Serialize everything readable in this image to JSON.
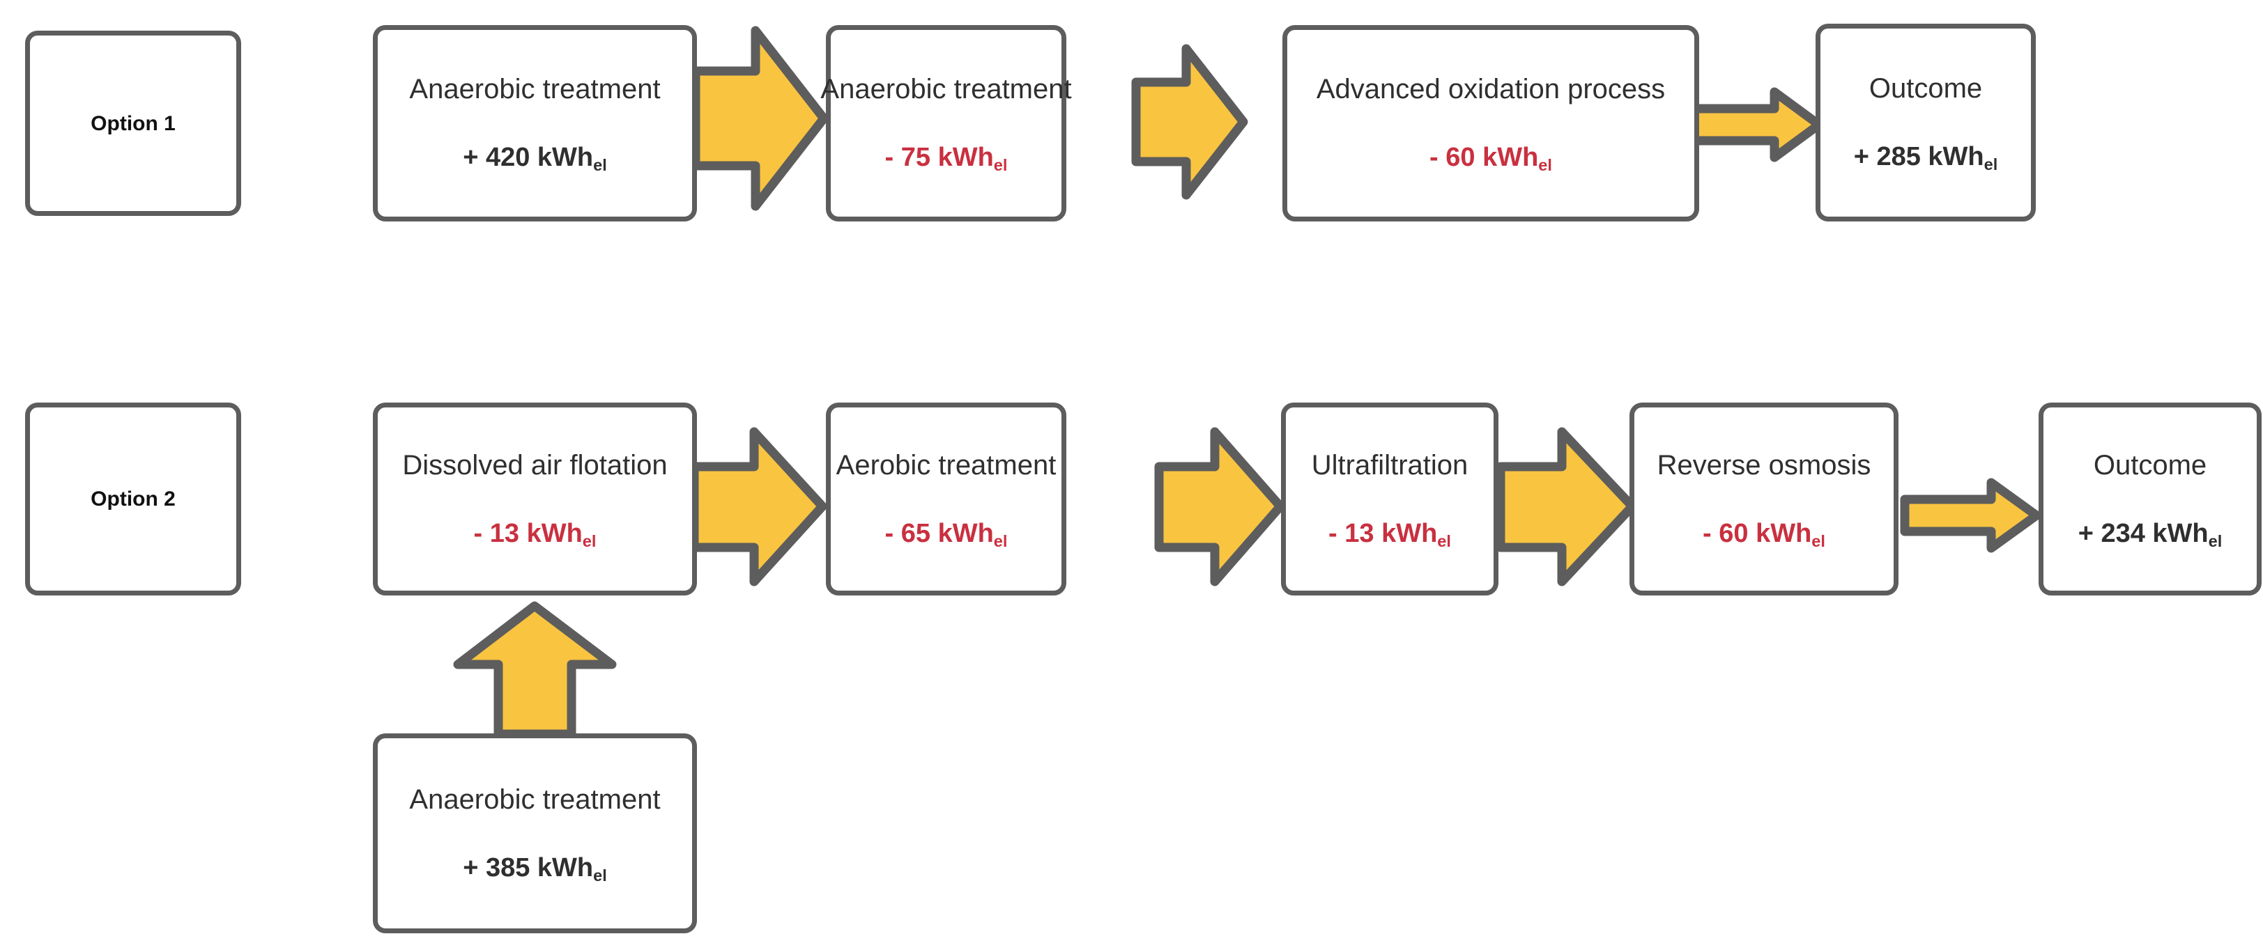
{
  "diagram": {
    "title_hidden": "",
    "colors": {
      "arrow_fill": "#f9c440",
      "arrow_stroke": "#5d5d5d",
      "box_stroke": "#5d5d5d",
      "negative_text": "#c9303f",
      "positive_text": "#2f2f2f",
      "background": "#ffffff"
    },
    "unit": "kWh",
    "unit_subscript": "el"
  },
  "rows": [
    {
      "label": "Option 1",
      "label_name": "option-1-label",
      "nodes": [
        {
          "title": "Anaerobic treatment",
          "value": "+ 420 kWh",
          "sub": "el",
          "sign": "positive"
        },
        {
          "title": "Anaerobic treatment",
          "value": "- 75 kWh",
          "sub": "el",
          "sign": "negative"
        },
        {
          "title": "Advanced oxidation process",
          "value": "- 60 kWh",
          "sub": "el",
          "sign": "negative"
        },
        {
          "title": "Outcome",
          "value": "+ 285 kWh",
          "sub": "el",
          "sign": "positive"
        }
      ]
    },
    {
      "label": "Option 2",
      "label_name": "option-2-label",
      "nodes": [
        {
          "title": "Dissolved air flotation",
          "value": "- 13 kWh",
          "sub": "el",
          "sign": "negative"
        },
        {
          "title": "Aerobic treatment",
          "value": "- 65 kWh",
          "sub": "el",
          "sign": "negative"
        },
        {
          "title": "Ultrafiltration",
          "value": "- 13 kWh",
          "sub": "el",
          "sign": "negative"
        },
        {
          "title": "Reverse osmosis",
          "value": "- 60 kWh",
          "sub": "el",
          "sign": "negative"
        },
        {
          "title": "Outcome",
          "value": "+ 234 kWh",
          "sub": "el",
          "sign": "positive"
        }
      ],
      "feeder": {
        "title": "Anaerobic treatment",
        "value": "+ 385 kWh",
        "sub": "el",
        "sign": "positive"
      }
    }
  ],
  "arrows": [
    {
      "name": "arrow-row1-1",
      "direction": "right",
      "style": "chevron"
    },
    {
      "name": "arrow-row1-2",
      "direction": "right",
      "style": "chevron"
    },
    {
      "name": "arrow-row1-3",
      "direction": "right",
      "style": "block"
    },
    {
      "name": "arrow-row2-1",
      "direction": "right",
      "style": "chevron"
    },
    {
      "name": "arrow-row2-2",
      "direction": "right",
      "style": "chevron"
    },
    {
      "name": "arrow-row2-3",
      "direction": "right",
      "style": "chevron"
    },
    {
      "name": "arrow-row2-4",
      "direction": "right",
      "style": "block"
    },
    {
      "name": "arrow-feeder-up",
      "direction": "up",
      "style": "block"
    }
  ]
}
